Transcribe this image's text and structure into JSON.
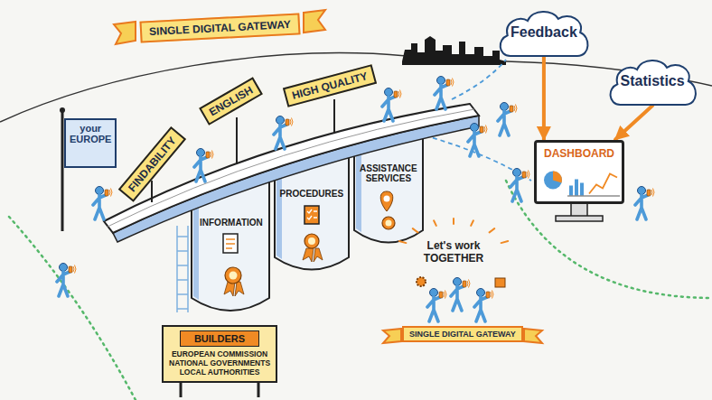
{
  "diagram": {
    "nodes": [
      {
        "text": [
          "SINGLE DIGITAL GATEWAY"
        ]
      },
      {
        "text": [
          "your EUROPE"
        ]
      },
      {
        "text": [
          "FINDABILITY"
        ]
      },
      {
        "text": [
          "ENGLISH"
        ]
      },
      {
        "text": [
          "HIGH QUALITY"
        ]
      },
      {
        "text": [
          "Feedback"
        ]
      },
      {
        "text": [
          "Statistics"
        ]
      },
      {
        "text": [
          "DASHBOARD"
        ]
      },
      {
        "text": [
          "INFORMATION"
        ]
      },
      {
        "text": [
          "PROCEDURES"
        ]
      },
      {
        "text": [
          "ASSISTANCE SERVICES"
        ]
      },
      {
        "text": [
          "BUILDERS",
          "EUROPEAN COMMISSION",
          "NATIONAL GOVERNMENTS",
          "LOCAL AUTHORITIES"
        ]
      },
      {
        "text": [
          "SINGLE DIGITAL GATEWAY"
        ]
      }
    ],
    "edges": [
      {
        "from": 5,
        "to": 7,
        "arrow": "to"
      },
      {
        "from": 6,
        "to": 7,
        "arrow": "to"
      }
    ],
    "labels": [
      "Let's work TOGETHER"
    ]
  }
}
